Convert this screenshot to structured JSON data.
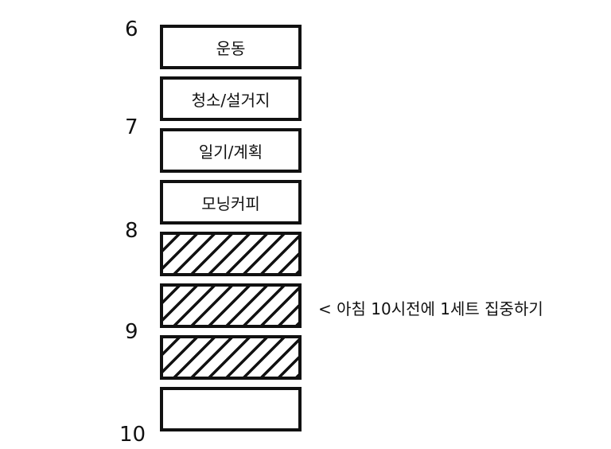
{
  "hours": [
    "6",
    "7",
    "8",
    "9",
    "10"
  ],
  "blocks": [
    {
      "label": "운동",
      "type": "activity"
    },
    {
      "label": "청소/설거지",
      "type": "activity"
    },
    {
      "label": "일기/계획",
      "type": "activity"
    },
    {
      "label": "모닝커피",
      "type": "activity"
    },
    {
      "label": "",
      "type": "focus"
    },
    {
      "label": "",
      "type": "focus"
    },
    {
      "label": "",
      "type": "focus"
    },
    {
      "label": "",
      "type": "empty"
    }
  ],
  "note": "< 아침 10시전에 1세트 집중하기"
}
